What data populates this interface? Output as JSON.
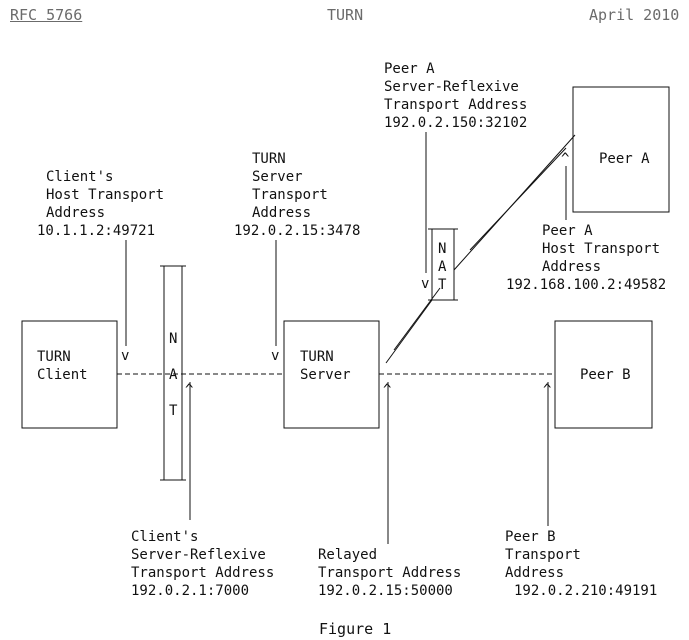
{
  "header": {
    "left": "RFC 5766",
    "center": "TURN",
    "right": "April 2010"
  },
  "labels": {
    "peer_a_reflexive": [
      "Peer A",
      "Server-Reflexive",
      "Transport Address",
      "192.0.2.150:32102"
    ],
    "client_host": [
      "Client's",
      "Host Transport",
      "Address",
      "10.1.1.2:49721"
    ],
    "turn_server_addr": [
      "TURN",
      "Server",
      "Transport",
      "Address",
      "192.0.2.15:3478"
    ],
    "peer_a_host": [
      "Peer A",
      "Host Transport",
      "Address",
      "192.168.100.2:49582"
    ],
    "client_reflexive": [
      "Client's",
      "Server-Reflexive",
      "Transport Address",
      "192.0.2.1:7000"
    ],
    "relayed": [
      "Relayed",
      "Transport Address",
      "192.0.2.15:50000"
    ],
    "peer_b_addr": [
      "Peer B",
      "Transport",
      "Address",
      "192.0.2.210:49191"
    ]
  },
  "boxes": {
    "turn_client": [
      "TURN",
      "Client"
    ],
    "turn_server": [
      "TURN",
      "Server"
    ],
    "peer_a": "Peer A",
    "peer_b": "Peer B"
  },
  "nat_letters": [
    "N",
    "A",
    "T"
  ],
  "caption": "Figure 1"
}
